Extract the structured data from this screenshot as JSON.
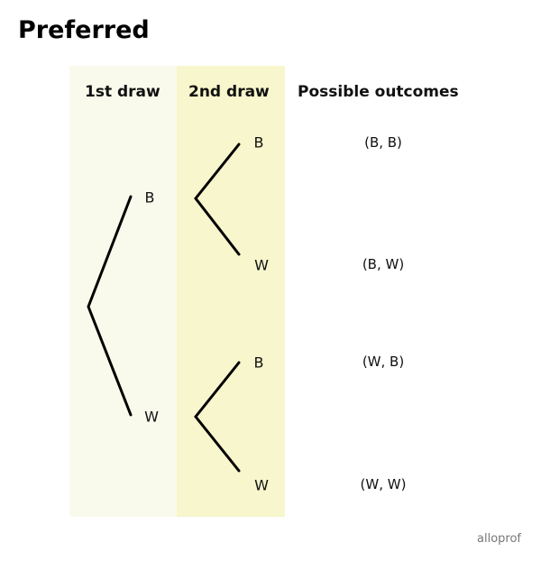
{
  "title": "Preferred",
  "headers": {
    "first": "1st draw",
    "second": "2nd draw",
    "outcomes": "Possible outcomes"
  },
  "first_draw": [
    "B",
    "W"
  ],
  "second_draw": [
    "B",
    "W",
    "B",
    "W"
  ],
  "outcomes": [
    "(B, B)",
    "(B, W)",
    "(W, B)",
    "(W, W)"
  ],
  "logo": "alloprof",
  "colors": {
    "col1": "#fafaec",
    "col2": "#f7f6cc"
  }
}
